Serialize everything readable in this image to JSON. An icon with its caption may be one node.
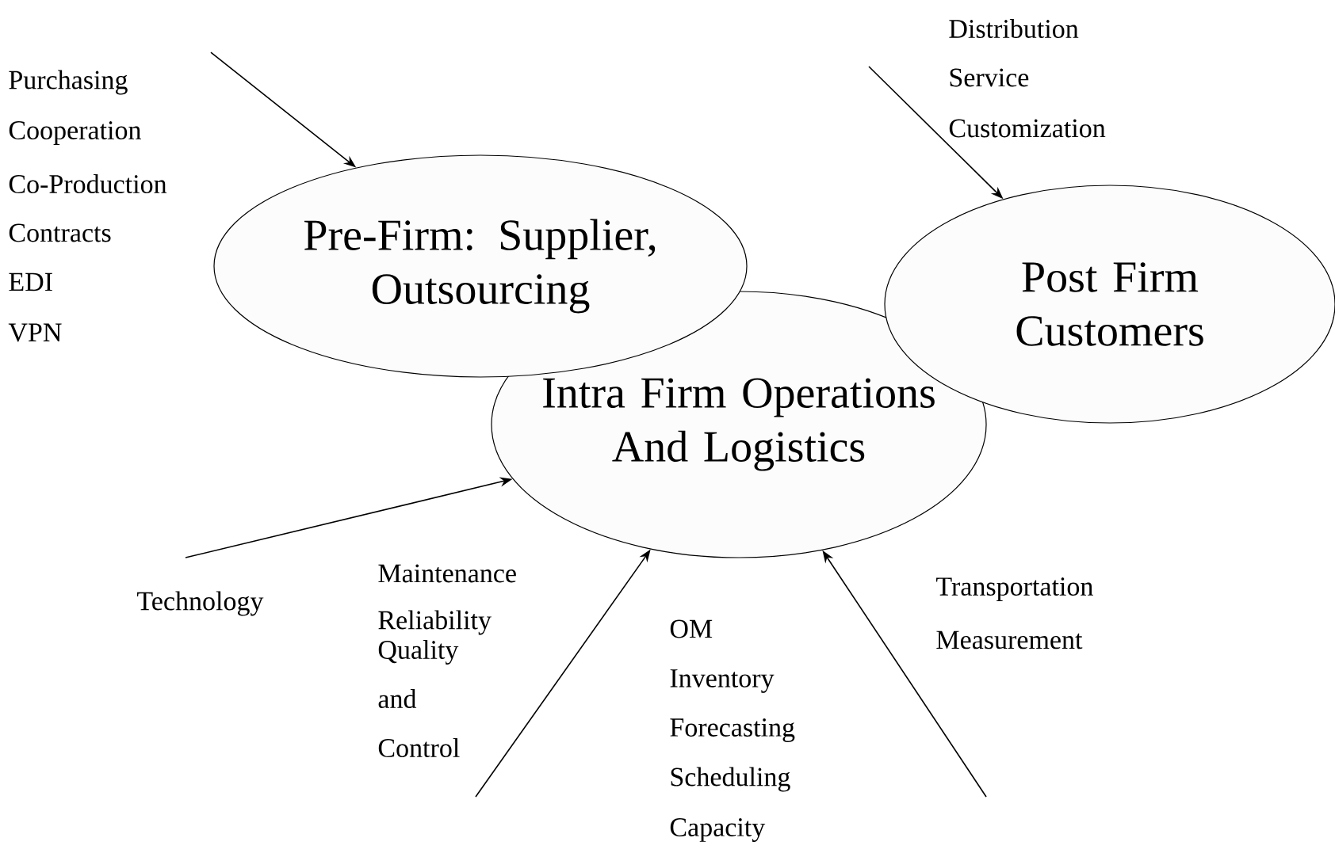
{
  "diagram": {
    "nodes": [
      {
        "text": [
          "Pre-Firm: Supplier, Outsourcing"
        ]
      },
      {
        "text": [
          "Post Firm Customers"
        ]
      },
      {
        "text": [
          "Intra Firm Operations And Logistics"
        ]
      }
    ],
    "edges": [
      {
        "from": null,
        "to": 0,
        "arrow": "to"
      },
      {
        "from": null,
        "to": 1,
        "arrow": "to"
      },
      {
        "from": null,
        "to": 2,
        "arrow": "to"
      },
      {
        "from": null,
        "to": 2,
        "arrow": "to"
      },
      {
        "from": null,
        "to": 2,
        "arrow": "to"
      }
    ],
    "labels": [
      "Purchasing",
      "Cooperation",
      "Co-Production",
      "Contracts",
      "EDI",
      "VPN",
      "Distribution",
      "Service",
      "Customization",
      "Technology",
      "Maintenance",
      "Reliability",
      "Quality and Control",
      "OM",
      "Inventory",
      "Forecasting",
      "Scheduling",
      "Capacity",
      "Transportation",
      "Measurement"
    ]
  }
}
